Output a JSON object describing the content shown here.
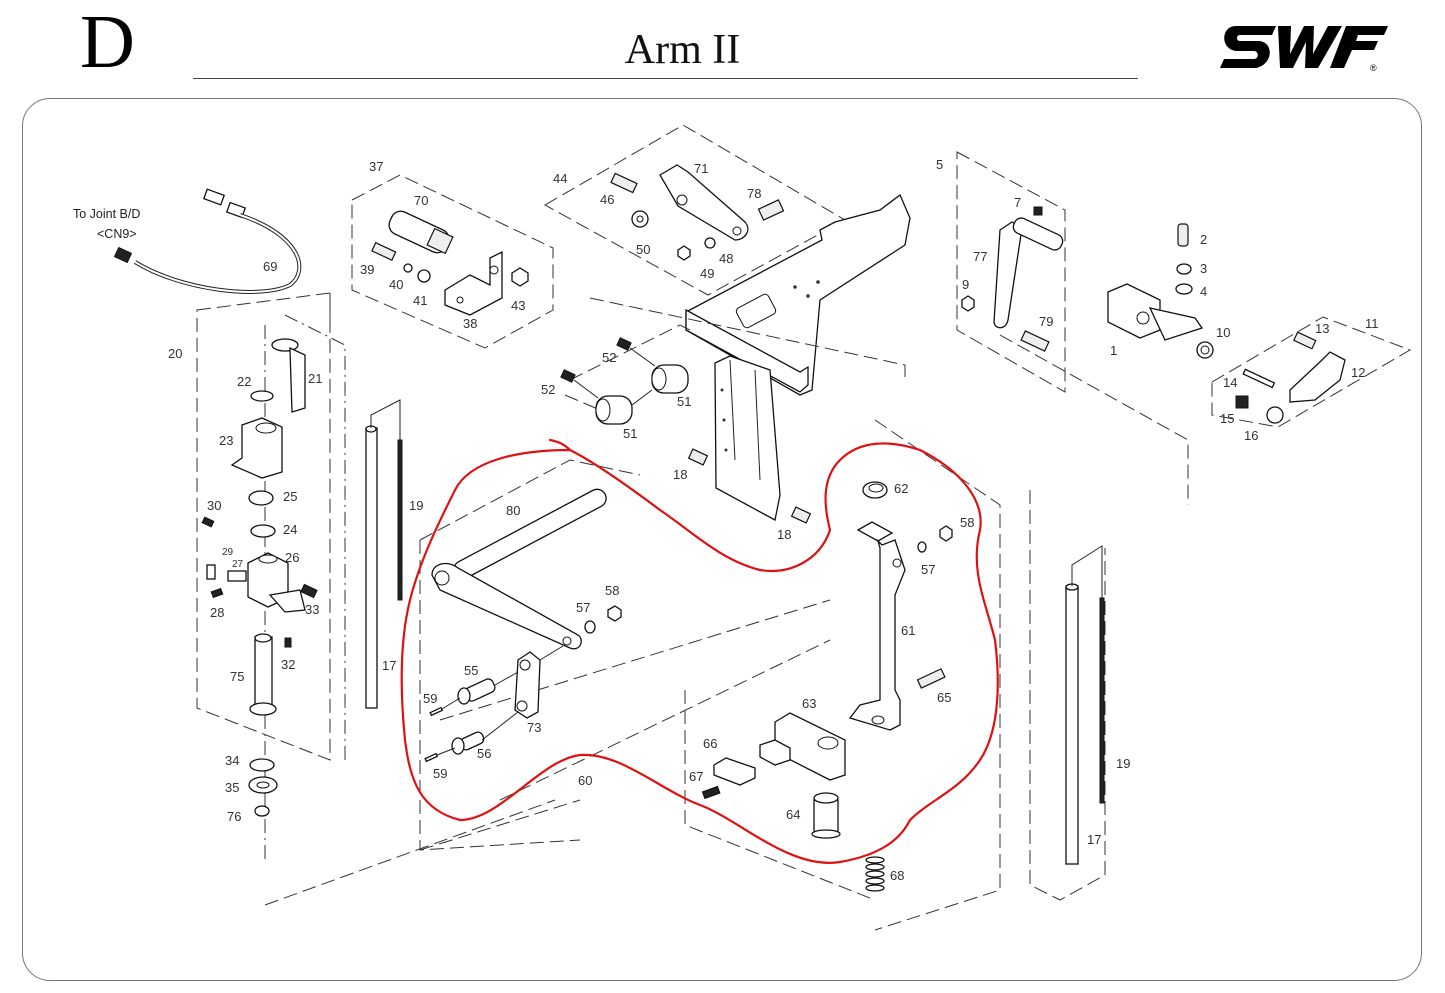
{
  "header": {
    "section_letter": "D",
    "title": "Arm II",
    "brand": "SWF",
    "brand_mark": "®"
  },
  "diagram": {
    "connector_note": [
      "To Joint B/D",
      "<CN9>"
    ],
    "markup_color": "#e01010",
    "markup_description": "Red freehand outline circling parts 80, 55, 56, 57, 58, 59, 73, 60, 61, 62, 63, 64, 65, 66, 67",
    "callouts": [
      {
        "id": "c1",
        "label": "1"
      },
      {
        "id": "c2",
        "label": "2"
      },
      {
        "id": "c3",
        "label": "3"
      },
      {
        "id": "c4",
        "label": "4"
      },
      {
        "id": "c5",
        "label": "5"
      },
      {
        "id": "c7",
        "label": "7"
      },
      {
        "id": "c9",
        "label": "9"
      },
      {
        "id": "c10",
        "label": "10"
      },
      {
        "id": "c11",
        "label": "11"
      },
      {
        "id": "c12",
        "label": "12"
      },
      {
        "id": "c13",
        "label": "13"
      },
      {
        "id": "c14",
        "label": "14"
      },
      {
        "id": "c15",
        "label": "15"
      },
      {
        "id": "c16",
        "label": "16"
      },
      {
        "id": "c17a",
        "label": "17"
      },
      {
        "id": "c17b",
        "label": "17"
      },
      {
        "id": "c18a",
        "label": "18"
      },
      {
        "id": "c18b",
        "label": "18"
      },
      {
        "id": "c19a",
        "label": "19"
      },
      {
        "id": "c19b",
        "label": "19"
      },
      {
        "id": "c20",
        "label": "20"
      },
      {
        "id": "c21",
        "label": "21"
      },
      {
        "id": "c22",
        "label": "22"
      },
      {
        "id": "c23",
        "label": "23"
      },
      {
        "id": "c24",
        "label": "24"
      },
      {
        "id": "c25",
        "label": "25"
      },
      {
        "id": "c26",
        "label": "26"
      },
      {
        "id": "c27",
        "label": "27"
      },
      {
        "id": "c28",
        "label": "28"
      },
      {
        "id": "c29",
        "label": "29"
      },
      {
        "id": "c30",
        "label": "30"
      },
      {
        "id": "c32",
        "label": "32"
      },
      {
        "id": "c33",
        "label": "33"
      },
      {
        "id": "c34",
        "label": "34"
      },
      {
        "id": "c35",
        "label": "35"
      },
      {
        "id": "c37",
        "label": "37"
      },
      {
        "id": "c38",
        "label": "38"
      },
      {
        "id": "c39",
        "label": "39"
      },
      {
        "id": "c40",
        "label": "40"
      },
      {
        "id": "c41",
        "label": "41"
      },
      {
        "id": "c43",
        "label": "43"
      },
      {
        "id": "c44",
        "label": "44"
      },
      {
        "id": "c46",
        "label": "46"
      },
      {
        "id": "c48",
        "label": "48"
      },
      {
        "id": "c49",
        "label": "49"
      },
      {
        "id": "c50",
        "label": "50"
      },
      {
        "id": "c51a",
        "label": "51"
      },
      {
        "id": "c51b",
        "label": "51"
      },
      {
        "id": "c52a",
        "label": "52"
      },
      {
        "id": "c52b",
        "label": "52"
      },
      {
        "id": "c55",
        "label": "55"
      },
      {
        "id": "c56",
        "label": "56"
      },
      {
        "id": "c57a",
        "label": "57"
      },
      {
        "id": "c57b",
        "label": "57"
      },
      {
        "id": "c58a",
        "label": "58"
      },
      {
        "id": "c58b",
        "label": "58"
      },
      {
        "id": "c59a",
        "label": "59"
      },
      {
        "id": "c59b",
        "label": "59"
      },
      {
        "id": "c60",
        "label": "60"
      },
      {
        "id": "c61",
        "label": "61"
      },
      {
        "id": "c62",
        "label": "62"
      },
      {
        "id": "c63",
        "label": "63"
      },
      {
        "id": "c64",
        "label": "64"
      },
      {
        "id": "c65",
        "label": "65"
      },
      {
        "id": "c66",
        "label": "66"
      },
      {
        "id": "c67",
        "label": "67"
      },
      {
        "id": "c68",
        "label": "68"
      },
      {
        "id": "c69",
        "label": "69"
      },
      {
        "id": "c70",
        "label": "70"
      },
      {
        "id": "c71",
        "label": "71"
      },
      {
        "id": "c73",
        "label": "73"
      },
      {
        "id": "c75",
        "label": "75"
      },
      {
        "id": "c76",
        "label": "76"
      },
      {
        "id": "c77",
        "label": "77"
      },
      {
        "id": "c78",
        "label": "78"
      },
      {
        "id": "c79",
        "label": "79"
      },
      {
        "id": "c80",
        "label": "80"
      }
    ]
  }
}
